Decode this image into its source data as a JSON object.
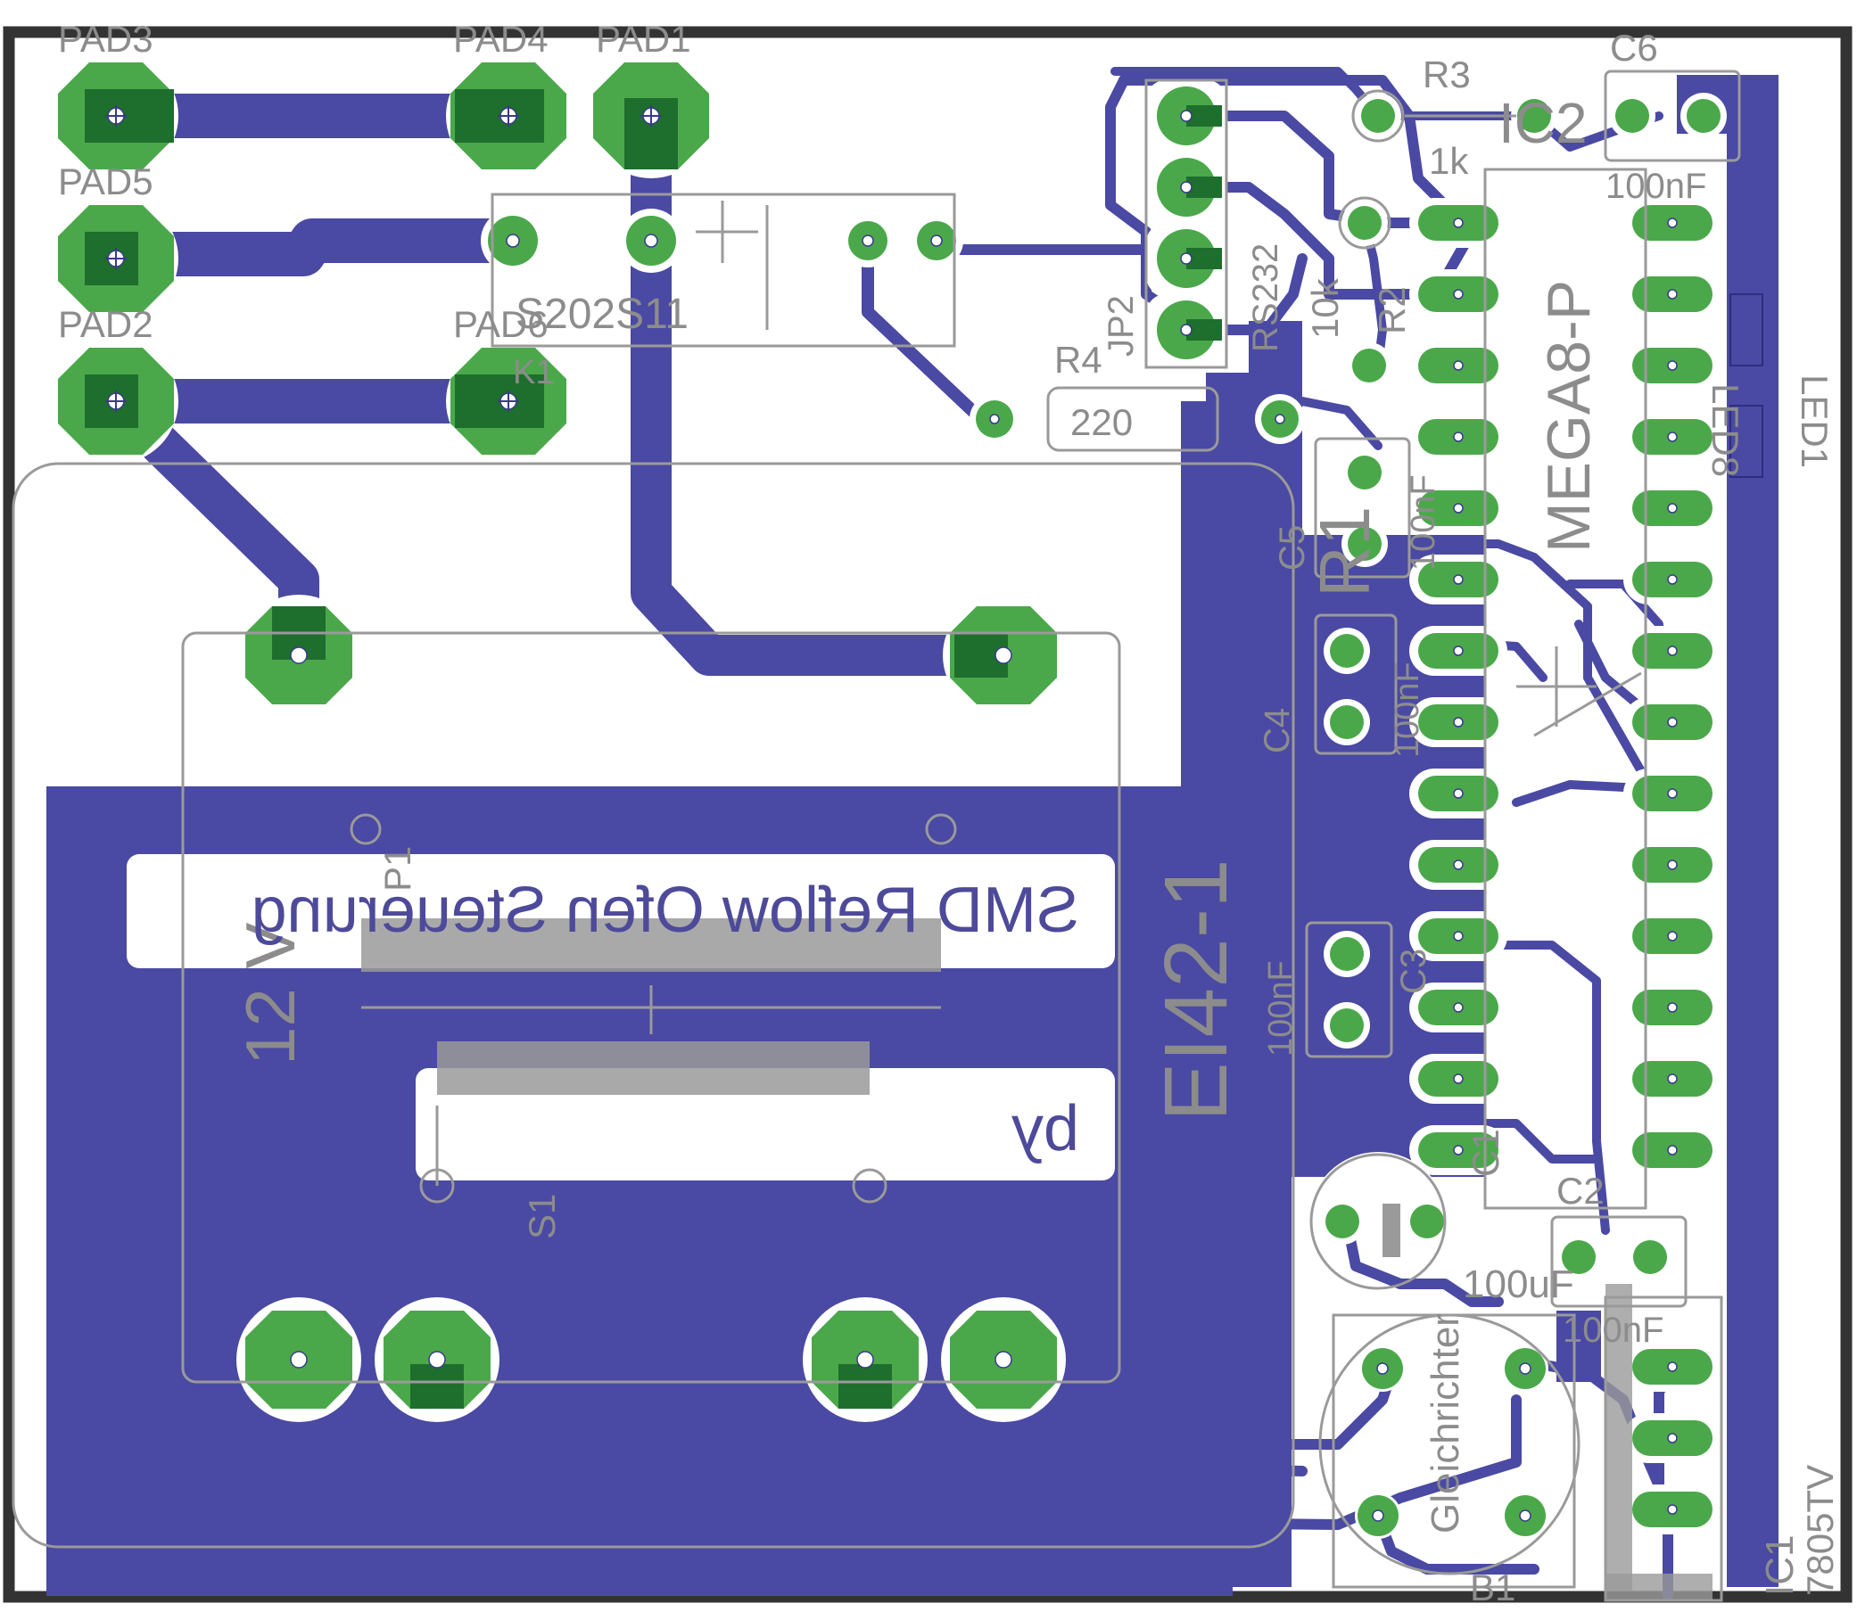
{
  "colors": {
    "copper": "#4a49a3",
    "pad": "#4aa84a",
    "pad_dark": "#1e6e2e",
    "silk": "#8c8c8c",
    "outline": "#333333",
    "background": "#ffffff"
  },
  "pads": {
    "pad1": "PAD1",
    "pad2": "PAD2",
    "pad3": "PAD3",
    "pad4": "PAD4",
    "pad5": "PAD5",
    "pad6": "PAD6"
  },
  "components": {
    "r3": {
      "name": "R3",
      "value": "1k"
    },
    "c6": {
      "name": "C6",
      "value": "100nF"
    },
    "ic2": {
      "name": "IC2",
      "value": "MEGA8-P"
    },
    "rs232": {
      "name": "RS232"
    },
    "jp2": {
      "name": "JP2"
    },
    "r2": {
      "name": "R2",
      "value": "10k"
    },
    "r4": {
      "name": "R4",
      "value": "220"
    },
    "relay": {
      "name": "S202S11",
      "ref": "K1"
    },
    "c5": {
      "name": "C5",
      "value": "100nF"
    },
    "c4": {
      "name": "C4",
      "value": "100nF"
    },
    "c3": {
      "name": "C3",
      "value": "100nF"
    },
    "r1": {
      "name": "R1"
    },
    "led_a": {
      "name": "LED1"
    },
    "led_b": {
      "name": "LED8"
    },
    "transformer": {
      "name": "EI42-1"
    },
    "p1": {
      "name": "P1"
    },
    "s1": {
      "name": "S1"
    },
    "c1": {
      "name": "C1",
      "value": "100uF"
    },
    "c2": {
      "name": "C2",
      "value": "100nF"
    },
    "rectifier": {
      "name": "Gleichrichter",
      "ref": "B1"
    },
    "ic1": {
      "name": "IC1",
      "value": "7805TV"
    }
  },
  "board_text": {
    "title": "SMD Reflow Ofen Steuerung",
    "voltage": "12 V",
    "credit": "by"
  }
}
